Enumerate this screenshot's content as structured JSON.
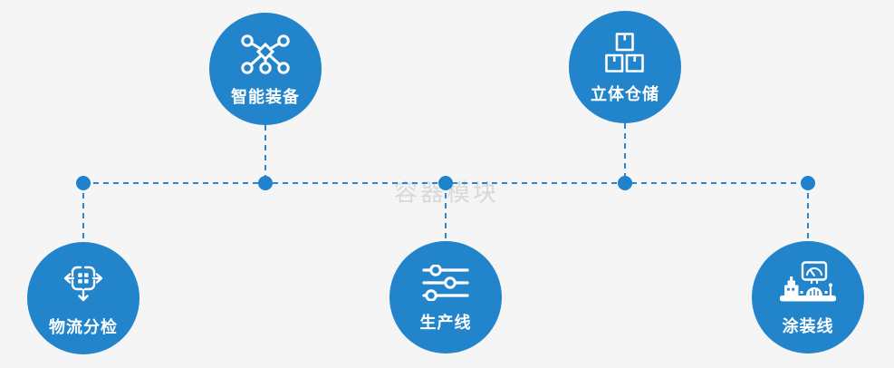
{
  "diagram": {
    "watermark": "容器模块",
    "nodes": [
      {
        "id": "smart-equipment",
        "label": "智能装备",
        "icon": "network-nodes-icon",
        "position": "top-left"
      },
      {
        "id": "stereo-warehouse",
        "label": "立体仓储",
        "icon": "stacked-boxes-icon",
        "position": "top-right"
      },
      {
        "id": "logistics-sorting",
        "label": "物流分检",
        "icon": "sorting-crosshair-icon",
        "position": "bottom-left"
      },
      {
        "id": "production-line",
        "label": "生产线",
        "icon": "sliders-icon",
        "position": "bottom-center"
      },
      {
        "id": "coating-line",
        "label": "涂装线",
        "icon": "control-console-icon",
        "position": "bottom-right"
      }
    ],
    "colors": {
      "background": "#f5f5f6",
      "node_fill": "#2284cb",
      "connector_line": "#2e85c9",
      "junction_dot": "#1f82cd",
      "label_text": "#ffffff",
      "watermark_text": "#d8d8d8"
    }
  }
}
